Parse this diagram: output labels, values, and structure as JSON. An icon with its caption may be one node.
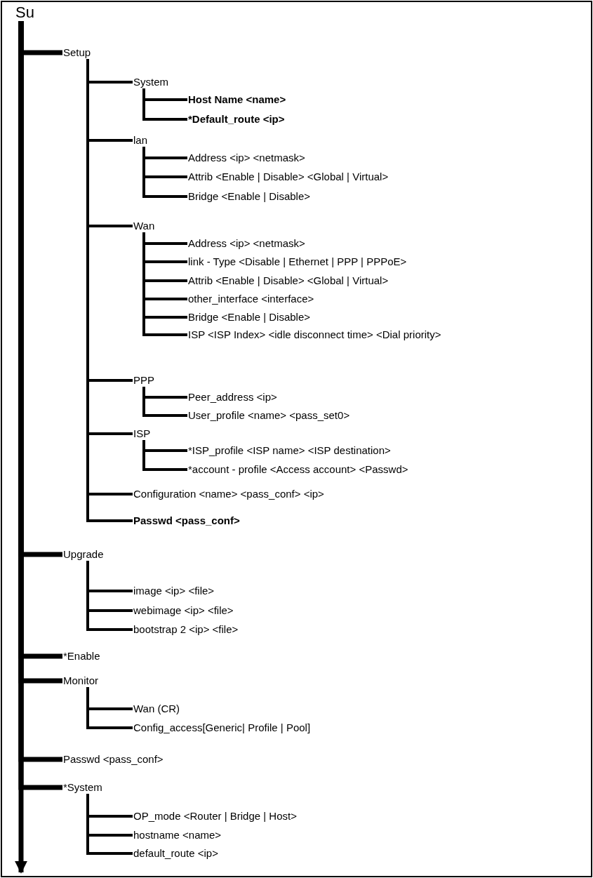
{
  "diagram": {
    "nodes": [
      {
        "text": [
          "Su"
        ]
      },
      {
        "text": [
          "Setup"
        ]
      },
      {
        "text": [
          "System"
        ]
      },
      {
        "text": [
          "Host Name <name>"
        ]
      },
      {
        "text": [
          "*Default_route <ip>"
        ]
      },
      {
        "text": [
          "lan"
        ]
      },
      {
        "text": [
          "Address <ip> <netmask>"
        ]
      },
      {
        "text": [
          "Attrib <Enable | Disable> <Global | Virtual>"
        ]
      },
      {
        "text": [
          "Bridge <Enable | Disable>"
        ]
      },
      {
        "text": [
          "Wan"
        ]
      },
      {
        "text": [
          "Address <ip> <netmask>"
        ]
      },
      {
        "text": [
          "link - Type <Disable | Ethernet | PPP | PPPoE>"
        ]
      },
      {
        "text": [
          "Attrib <Enable | Disable> <Global | Virtual>"
        ]
      },
      {
        "text": [
          "other_interface <interface>"
        ]
      },
      {
        "text": [
          "Bridge <Enable | Disable>"
        ]
      },
      {
        "text": [
          "ISP <ISP Index> <idle disconnect time> <Dial priority>"
        ]
      },
      {
        "text": [
          "PPP"
        ]
      },
      {
        "text": [
          "Peer_address <ip>"
        ]
      },
      {
        "text": [
          "User_profile <name> <pass_set0>"
        ]
      },
      {
        "text": [
          "ISP"
        ]
      },
      {
        "text": [
          "*ISP_profile <ISP name> <ISP destination>"
        ]
      },
      {
        "text": [
          "*account - profile <Access account> <Passwd>"
        ]
      },
      {
        "text": [
          "Configuration <name> <pass_conf> <ip>"
        ]
      },
      {
        "text": [
          "Passwd <pass_conf>"
        ]
      },
      {
        "text": [
          "Upgrade"
        ]
      },
      {
        "text": [
          "image <ip> <file>"
        ]
      },
      {
        "text": [
          "webimage <ip> <file>"
        ]
      },
      {
        "text": [
          "bootstrap 2 <ip> <file>"
        ]
      },
      {
        "text": [
          "*Enable"
        ]
      },
      {
        "text": [
          "Monitor"
        ]
      },
      {
        "text": [
          "Wan (CR)"
        ]
      },
      {
        "text": [
          "Config_access[Generic| Profile | Pool]"
        ]
      },
      {
        "text": [
          "Passwd <pass_conf>"
        ]
      },
      {
        "text": [
          "*System"
        ]
      },
      {
        "text": [
          "OP_mode <Router | Bridge | Host>"
        ]
      },
      {
        "text": [
          "hostname <name>"
        ]
      },
      {
        "text": [
          "default_route <ip>"
        ]
      }
    ],
    "edges": [
      {
        "from": 0,
        "to": 1,
        "arrow": "none"
      },
      {
        "from": 1,
        "to": 2,
        "arrow": "none"
      },
      {
        "from": 2,
        "to": 3,
        "arrow": "none"
      },
      {
        "from": 2,
        "to": 4,
        "arrow": "none"
      },
      {
        "from": 1,
        "to": 5,
        "arrow": "none"
      },
      {
        "from": 5,
        "to": 6,
        "arrow": "none"
      },
      {
        "from": 5,
        "to": 7,
        "arrow": "none"
      },
      {
        "from": 5,
        "to": 8,
        "arrow": "none"
      },
      {
        "from": 1,
        "to": 9,
        "arrow": "none"
      },
      {
        "from": 9,
        "to": 10,
        "arrow": "none"
      },
      {
        "from": 9,
        "to": 11,
        "arrow": "none"
      },
      {
        "from": 9,
        "to": 12,
        "arrow": "none"
      },
      {
        "from": 9,
        "to": 13,
        "arrow": "none"
      },
      {
        "from": 9,
        "to": 14,
        "arrow": "none"
      },
      {
        "from": 9,
        "to": 15,
        "arrow": "none"
      },
      {
        "from": 1,
        "to": 16,
        "arrow": "none"
      },
      {
        "from": 16,
        "to": 17,
        "arrow": "none"
      },
      {
        "from": 16,
        "to": 18,
        "arrow": "none"
      },
      {
        "from": 1,
        "to": 19,
        "arrow": "none"
      },
      {
        "from": 19,
        "to": 20,
        "arrow": "none"
      },
      {
        "from": 19,
        "to": 21,
        "arrow": "none"
      },
      {
        "from": 1,
        "to": 22,
        "arrow": "none"
      },
      {
        "from": 1,
        "to": 23,
        "arrow": "none"
      },
      {
        "from": 0,
        "to": 24,
        "arrow": "none"
      },
      {
        "from": 24,
        "to": 25,
        "arrow": "none"
      },
      {
        "from": 24,
        "to": 26,
        "arrow": "none"
      },
      {
        "from": 24,
        "to": 27,
        "arrow": "none"
      },
      {
        "from": 0,
        "to": 28,
        "arrow": "none"
      },
      {
        "from": 0,
        "to": 29,
        "arrow": "none"
      },
      {
        "from": 29,
        "to": 30,
        "arrow": "none"
      },
      {
        "from": 29,
        "to": 31,
        "arrow": "none"
      },
      {
        "from": 0,
        "to": 32,
        "arrow": "none"
      },
      {
        "from": 0,
        "to": 33,
        "arrow": "none"
      },
      {
        "from": 33,
        "to": 34,
        "arrow": "none"
      },
      {
        "from": 33,
        "to": 35,
        "arrow": "none"
      },
      {
        "from": 33,
        "to": 36,
        "arrow": "none"
      },
      {
        "from": 0,
        "to": null,
        "arrow": "to"
      }
    ]
  }
}
